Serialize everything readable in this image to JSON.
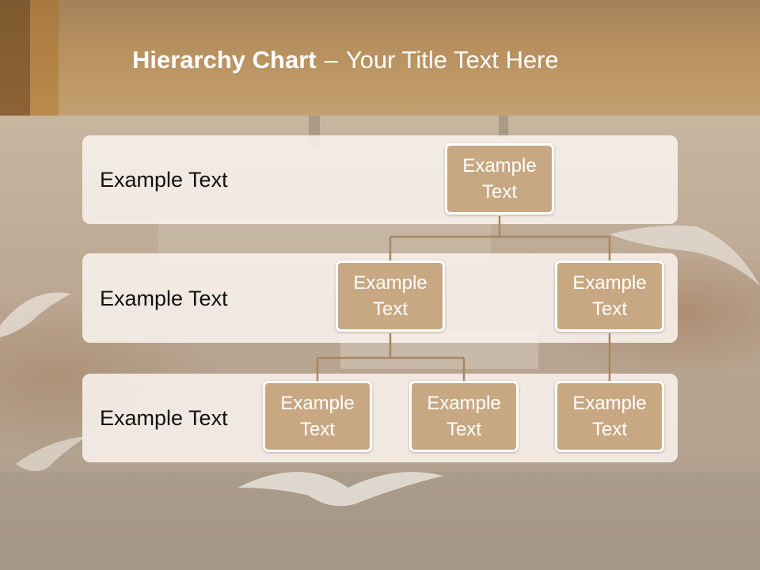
{
  "slide": {
    "title_bold": "Hierarchy Chart",
    "title_dash": "–",
    "title_rest": "Your Title Text Here"
  },
  "levels": [
    {
      "label": "Example Text"
    },
    {
      "label": "Example Text"
    },
    {
      "label": "Example Text"
    }
  ],
  "nodes": {
    "root": "Example Text",
    "level2_left": "Example Text",
    "level2_right": "Example Text",
    "level3_left": "Example Text",
    "level3_middle": "Example Text",
    "level3_right": "Example Text"
  },
  "colors": {
    "header": "#b8915f",
    "node_fill": "#c8a882",
    "node_border": "#ffffff",
    "connector": "#a88660",
    "band": "#f7f1ea"
  }
}
